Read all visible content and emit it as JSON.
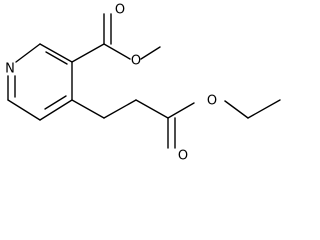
{
  "molecule": {
    "atoms": {
      "ring_nitrogen": "N",
      "ester_carbonyl_oxygen": "O",
      "ester_methoxy_oxygen": "O",
      "propanoate_ether_oxygen": "O",
      "propanoate_carbonyl_oxygen": "O"
    },
    "colors": {
      "bond": "#000000",
      "label": "#000000",
      "background": "#ffffff"
    }
  }
}
